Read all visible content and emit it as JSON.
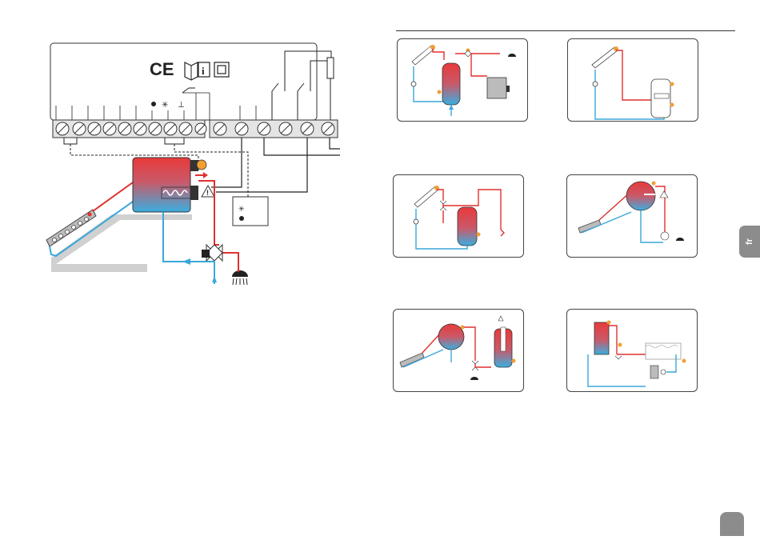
{
  "controller": {
    "marks": "CE",
    "info_icon": "info-icon",
    "double_insulation_icon": "double-insulation-icon"
  },
  "language_tab": {
    "label": "fr"
  },
  "schemes": [
    {
      "name": "scheme-1"
    },
    {
      "name": "scheme-2"
    },
    {
      "name": "scheme-3"
    },
    {
      "name": "scheme-4"
    },
    {
      "name": "scheme-5"
    },
    {
      "name": "scheme-6"
    }
  ],
  "colors": {
    "hot": "#e03030",
    "cold": "#3aa7d8",
    "sensor": "#f0a030",
    "frame": "#333333",
    "tab": "#8c8c8c"
  }
}
